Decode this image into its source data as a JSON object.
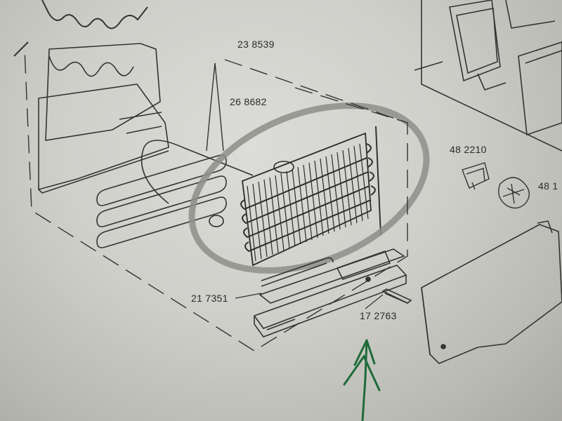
{
  "parts": [
    {
      "id": "p1",
      "number": "23 8539"
    },
    {
      "id": "p2",
      "number": "26 8682"
    },
    {
      "id": "p3",
      "number": "48 2210"
    },
    {
      "id": "p4",
      "number": "48 1"
    },
    {
      "id": "p5",
      "number": "21 7351"
    },
    {
      "id": "p6",
      "number": "17 2763"
    }
  ],
  "colors": {
    "paper": "#d6d6d2",
    "ink": "#2a2a2a",
    "highlight_ring": "#8e8e8a",
    "marker_arrow": "#1f6b3a"
  }
}
